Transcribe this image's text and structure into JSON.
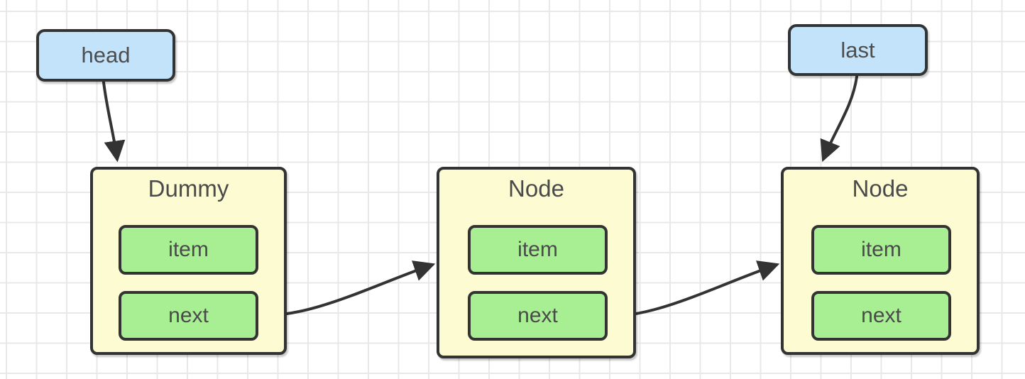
{
  "diagram": {
    "type": "linked-list",
    "pointers": [
      {
        "id": "head",
        "label": "head",
        "points_to": "node-0"
      },
      {
        "id": "last",
        "label": "last",
        "points_to": "node-2"
      }
    ],
    "nodes": [
      {
        "id": "node-0",
        "title": "Dummy",
        "fields": [
          "item",
          "next"
        ]
      },
      {
        "id": "node-1",
        "title": "Node",
        "fields": [
          "item",
          "next"
        ]
      },
      {
        "id": "node-2",
        "title": "Node",
        "fields": [
          "item",
          "next"
        ]
      }
    ],
    "edges": [
      {
        "from": "head",
        "to": "node-0",
        "style": "curved-arrow"
      },
      {
        "from": "last",
        "to": "node-2",
        "style": "curved-arrow"
      },
      {
        "from": "node-0.next",
        "to": "node-1",
        "style": "curved-arrow"
      },
      {
        "from": "node-1.next",
        "to": "node-2",
        "style": "curved-arrow"
      }
    ],
    "colors": {
      "pointer_fill": "#C3E3FA",
      "node_fill": "#FCFBD2",
      "field_fill": "#A8EE93",
      "border": "#333333",
      "arrow": "#333333",
      "text": "#4A4A4A",
      "grid_line": "#E8E8E8",
      "background": "#FFFFFF"
    }
  }
}
